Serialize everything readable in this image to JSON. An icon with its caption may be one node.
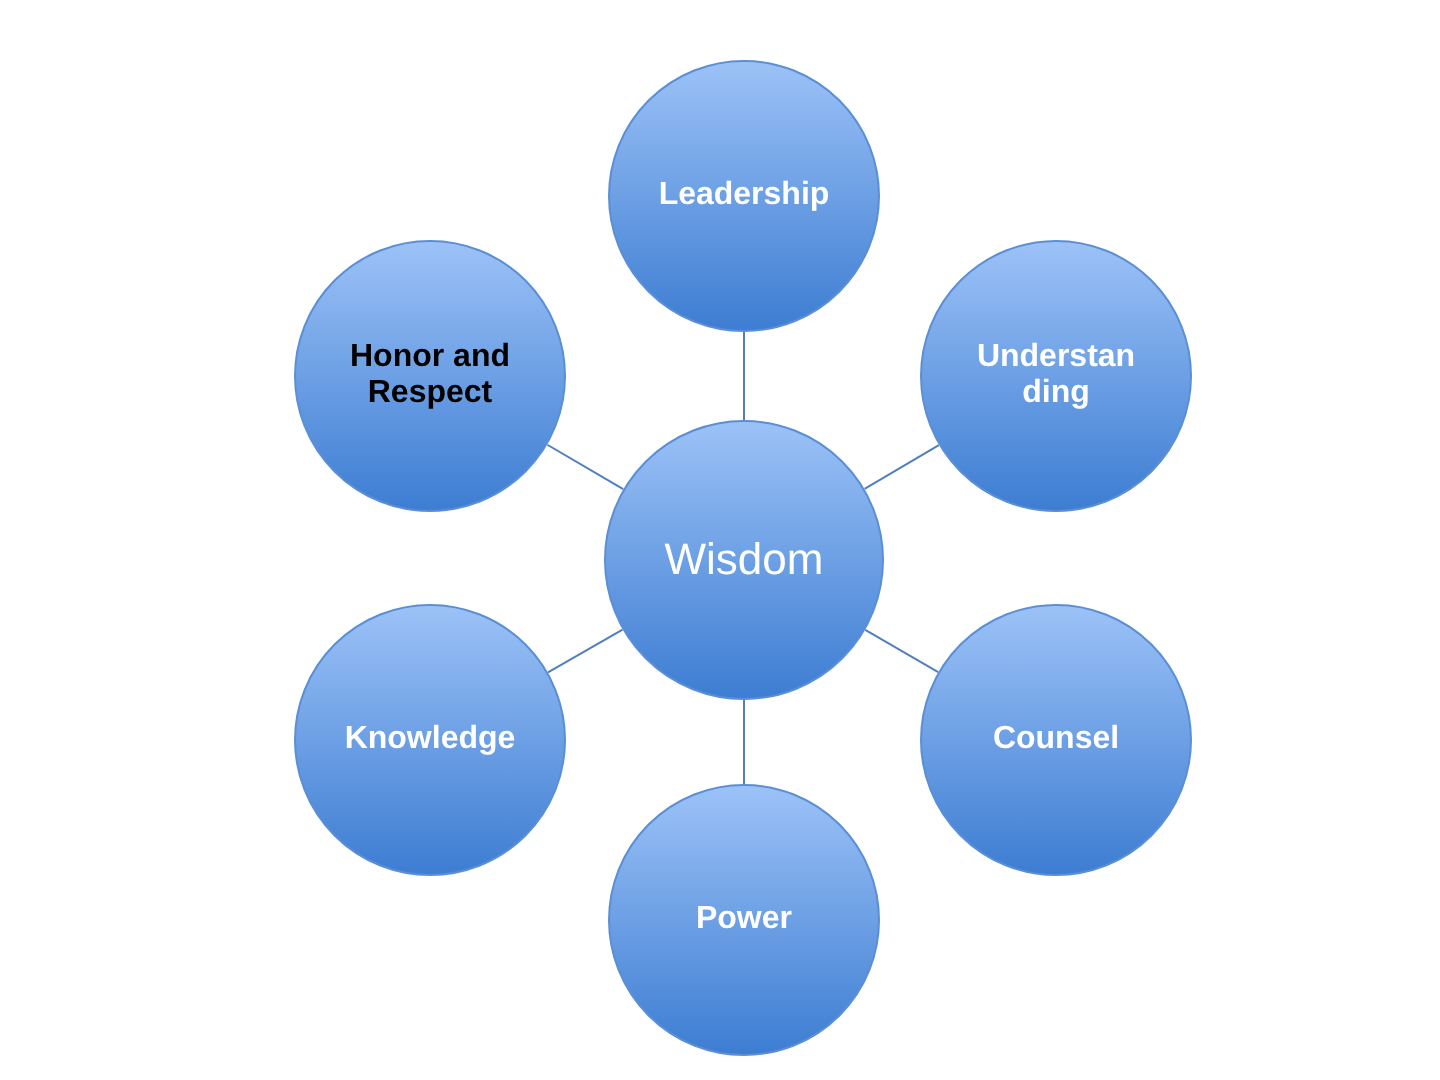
{
  "diagram": {
    "nodes": [
      {
        "text": [
          "Wisdom"
        ]
      },
      {
        "text": [
          "Leadership"
        ]
      },
      {
        "text": [
          "Understanding"
        ]
      },
      {
        "text": [
          "Counsel"
        ]
      },
      {
        "text": [
          "Power"
        ]
      },
      {
        "text": [
          "Knowledge"
        ]
      },
      {
        "text": [
          "Honor and Respect"
        ]
      }
    ],
    "edges": [
      {
        "from": 0,
        "to": 1,
        "arrow": "none"
      },
      {
        "from": 0,
        "to": 2,
        "arrow": "none"
      },
      {
        "from": 0,
        "to": 3,
        "arrow": "none"
      },
      {
        "from": 0,
        "to": 4,
        "arrow": "none"
      },
      {
        "from": 0,
        "to": 5,
        "arrow": "none"
      },
      {
        "from": 0,
        "to": 6,
        "arrow": "none"
      }
    ]
  }
}
